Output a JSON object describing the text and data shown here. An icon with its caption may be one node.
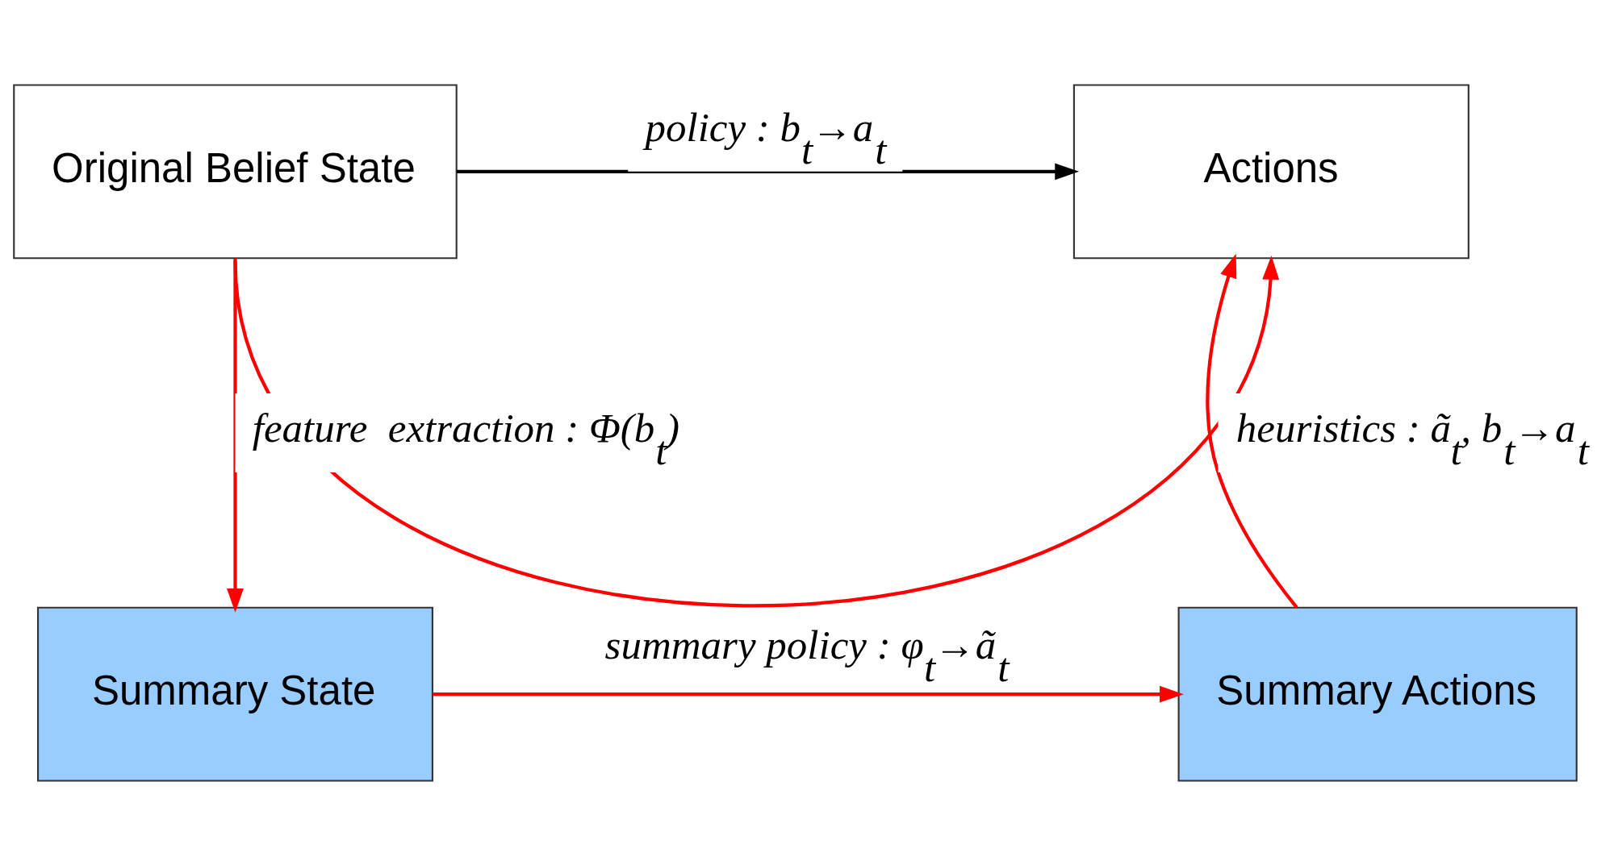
{
  "diagram": {
    "nodes": [
      {
        "text": [
          "Original Belief State"
        ]
      },
      {
        "text": [
          "Actions"
        ]
      },
      {
        "text": [
          "Summary State"
        ]
      },
      {
        "text": [
          "Summary Actions"
        ]
      }
    ],
    "edges": [
      {
        "from": 0,
        "to": 1,
        "arrow": "to",
        "label": "policy : b$_{t}$→a$_{t}$",
        "color": "#000000"
      },
      {
        "from": 0,
        "to": 2,
        "arrow": "to",
        "label": "feature  extraction : Φ(b$_{t}$)"
      },
      {
        "from": 0,
        "to": 1,
        "arrow": "to"
      },
      {
        "from": 2,
        "to": 3,
        "arrow": "to",
        "label": "summary policy : φ$_{t}$→ã$_{t}$"
      },
      {
        "from": 3,
        "to": 1,
        "arrow": "to",
        "label": "heuristics : ã$_{t}$, b$_{t}$→a$_{t}$"
      }
    ]
  }
}
